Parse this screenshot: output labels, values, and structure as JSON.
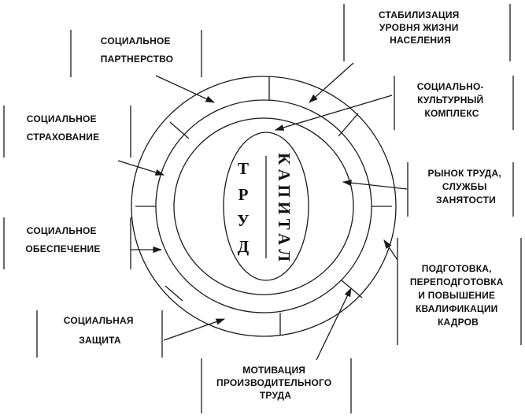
{
  "labels": {
    "stabilization": [
      "СТАБИЛИЗАЦИЯ",
      "УРОВНЯ ЖИЗНИ",
      "НАСЕЛЕНИЯ"
    ],
    "partnership": [
      "СОЦИАЛЬНОЕ",
      "ПАРТНЕРСТВО"
    ],
    "cultural": [
      "СОЦИАЛЬНО-",
      "КУЛЬТУРНЫЙ",
      "КОМПЛЕКС"
    ],
    "insurance": [
      "СОЦИАЛЬНОЕ",
      "СТРАХОВАНИЕ"
    ],
    "labor_market": [
      "РЫНОК ТРУДА,",
      "СЛУЖБЫ",
      "ЗАНЯТОСТИ"
    ],
    "provision": [
      "СОЦИАЛЬНОЕ",
      "ОБЕСПЕЧЕНИЕ"
    ],
    "training": [
      "ПОДГОТОВКА,",
      "ПЕРЕПОДГОТОВКА",
      "И ПОВЫШЕНИЕ",
      "КВАЛИФИКАЦИИ",
      "КАДРОВ"
    ],
    "protection": [
      "СОЦИАЛЬНАЯ",
      "ЗАЩИТА"
    ],
    "motivation": [
      "МОТИВАЦИЯ",
      "ПРОИЗВОДИТЕЛЬНОГО",
      "ТРУДА"
    ]
  },
  "core": {
    "labor": [
      "Т",
      "Р",
      "У",
      "Д"
    ],
    "capital": "КАПИТАЛ"
  }
}
